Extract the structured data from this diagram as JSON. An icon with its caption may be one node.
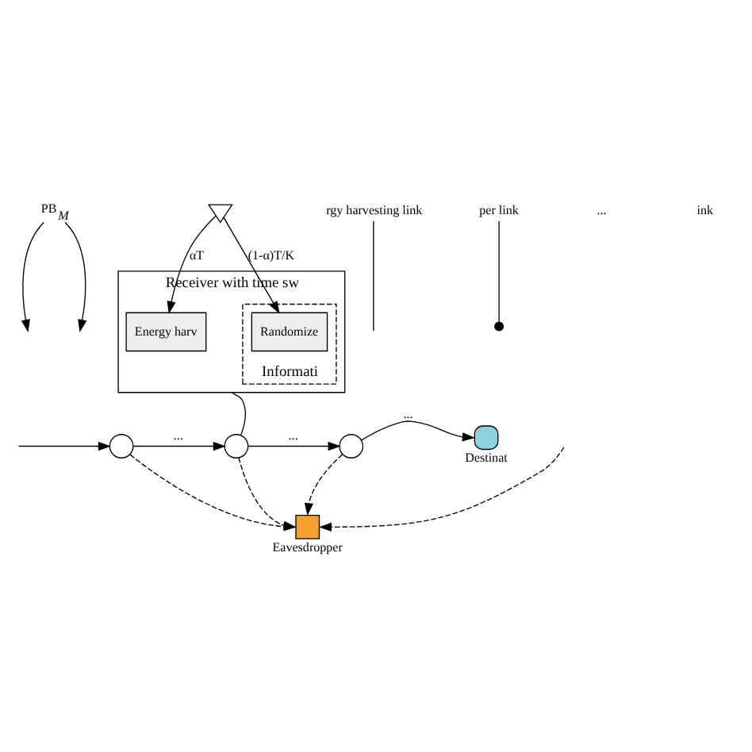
{
  "diagram": {
    "nodes": [
      {
        "text": [
          "Receiver with time sw"
        ]
      },
      {
        "text": [
          "Energy harv"
        ],
        "in": 0
      },
      {
        "text": [
          "Informati"
        ],
        "in": 0
      },
      {
        "text": [
          "Randomize"
        ],
        "in": 2
      },
      {
        "text": [],
        "shape": "triangle"
      },
      {
        "text": [
          "PB$_{M}$"
        ]
      },
      {
        "text": [],
        "shape": "circle"
      },
      {
        "text": [],
        "shape": "circle"
      },
      {
        "text": [],
        "shape": "circle"
      },
      {
        "text": [],
        "shape": "circle",
        "beside": [
          "Destinat"
        ]
      },
      {
        "text": [],
        "shape": "box",
        "beside": [
          "Eavesdropper"
        ]
      },
      {
        "text": [
          "rgy harvesting link"
        ]
      },
      {
        "text": [
          "per link"
        ]
      }
    ],
    "edges": [
      {
        "from": 4,
        "to": 1,
        "arrow": "to",
        "label": "αT"
      },
      {
        "from": 4,
        "to": 3,
        "arrow": "to",
        "label": "(1-α)T/K"
      },
      {
        "from": 5,
        "to": null,
        "arrow": "to"
      },
      {
        "from": 5,
        "to": null,
        "arrow": "to"
      },
      {
        "from": null,
        "to": 6,
        "arrow": "to"
      },
      {
        "from": 6,
        "to": 7,
        "arrow": "to",
        "label": "..."
      },
      {
        "from": 7,
        "to": 8,
        "arrow": "to",
        "label": "..."
      },
      {
        "from": 8,
        "to": 9,
        "arrow": "to",
        "label": "..."
      },
      {
        "from": 7,
        "to": 0,
        "arrow": "none"
      },
      {
        "from": null,
        "to": 10,
        "arrow": "to",
        "style": "dashed"
      },
      {
        "from": 6,
        "to": 10,
        "arrow": "to",
        "style": "dashed"
      },
      {
        "from": 7,
        "to": 10,
        "arrow": "to",
        "style": "dashed"
      },
      {
        "from": 8,
        "to": 10,
        "arrow": "to",
        "style": "dashed"
      },
      {
        "from": 11,
        "to": null,
        "arrow": "none"
      },
      {
        "from": 12,
        "to": null,
        "arrow": "other"
      }
    ],
    "labels": [
      "...",
      "ink"
    ]
  }
}
